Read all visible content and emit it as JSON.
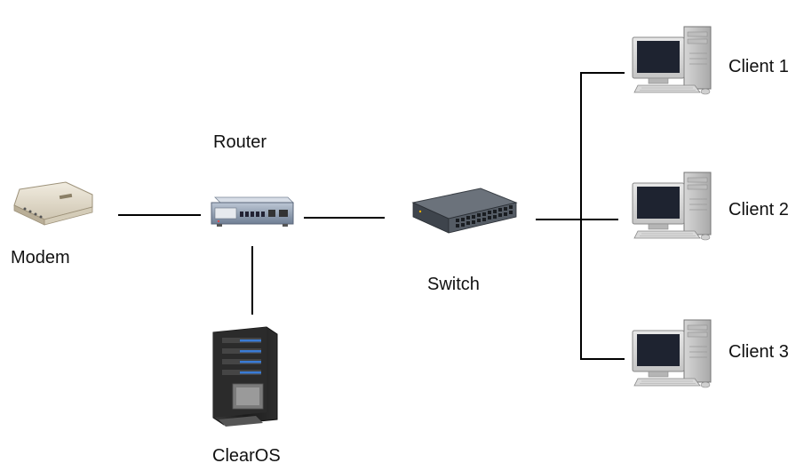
{
  "nodes": {
    "modem": {
      "label": "Modem",
      "icon": "modem-icon"
    },
    "router": {
      "label": "Router",
      "icon": "router-icon"
    },
    "clearos": {
      "label": "ClearOS",
      "icon": "server-icon"
    },
    "switch": {
      "label": "Switch",
      "icon": "network-switch-icon"
    },
    "client1": {
      "label": "Client 1",
      "icon": "desktop-computer-icon"
    },
    "client2": {
      "label": "Client 2",
      "icon": "desktop-computer-icon"
    },
    "client3": {
      "label": "Client 3",
      "icon": "desktop-computer-icon"
    }
  },
  "connections": [
    {
      "from": "modem",
      "to": "router"
    },
    {
      "from": "router",
      "to": "clearos"
    },
    {
      "from": "router",
      "to": "switch"
    },
    {
      "from": "switch",
      "to": "client1"
    },
    {
      "from": "switch",
      "to": "client2"
    },
    {
      "from": "switch",
      "to": "client3"
    }
  ],
  "colors": {
    "line": "#000000",
    "server_led": "#3a7bd5",
    "switch_body": "#4a5058"
  }
}
